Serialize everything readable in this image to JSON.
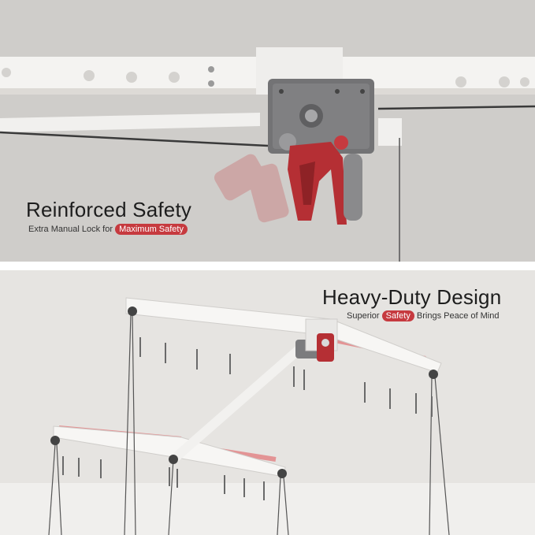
{
  "colors": {
    "accent": "#c63a3f",
    "top_background": "#cfcdca",
    "bottom_background": "#e6e4e1",
    "steel": "#6e6e70",
    "rail": "#f4f3f1"
  },
  "top_section": {
    "title": "Reinforced Safety",
    "subtitle_prefix": "Extra Manual Lock for",
    "subtitle_highlight": "Maximum Safety"
  },
  "bottom_section": {
    "title": "Heavy-Duty Design",
    "subtitle_prefix": "Superior",
    "subtitle_highlight": "Safety",
    "subtitle_suffix": "Brings Peace of Mind"
  }
}
